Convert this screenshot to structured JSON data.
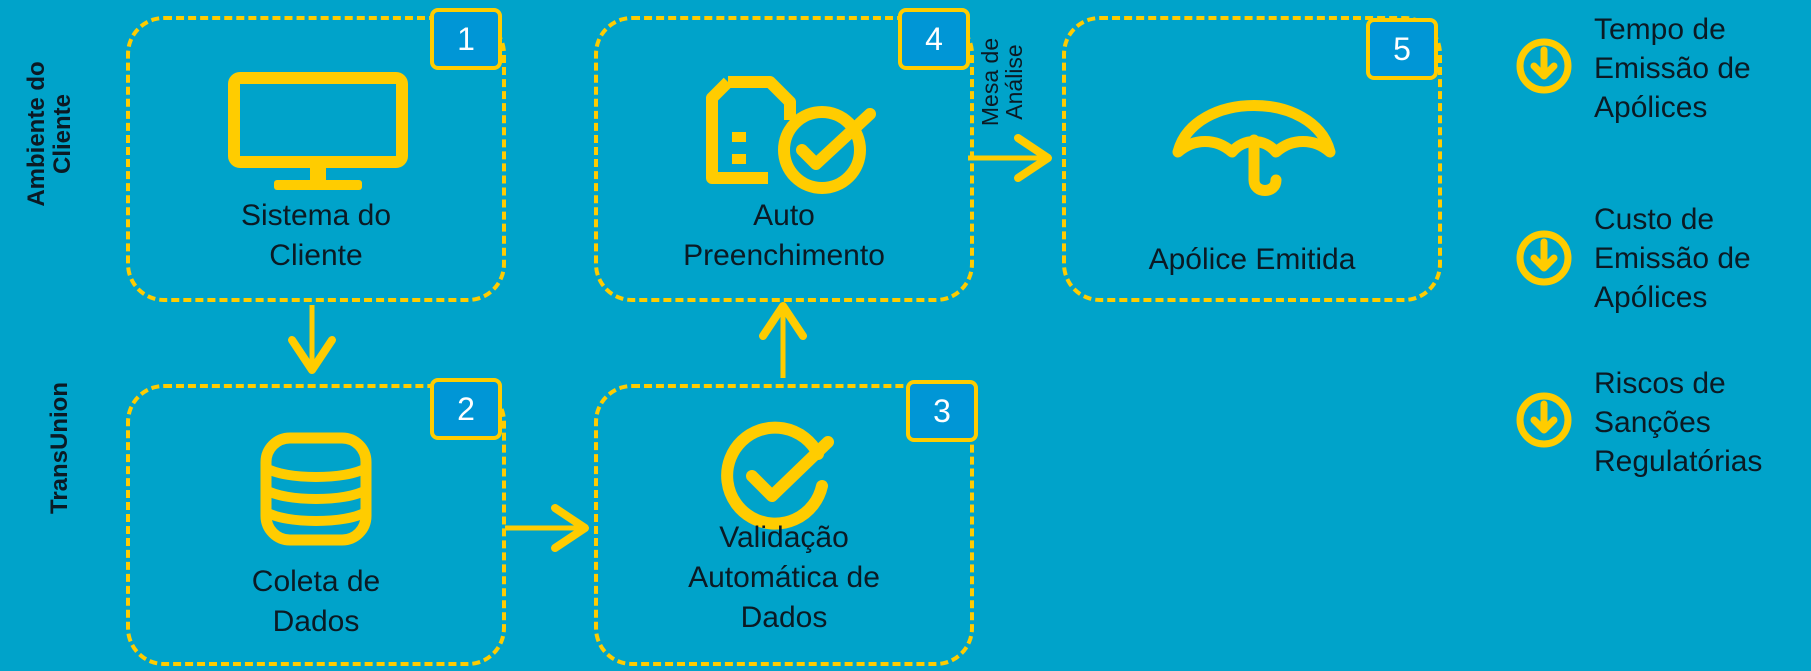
{
  "lanes": {
    "client": [
      "Ambiente do",
      "Cliente"
    ],
    "transunion": "TransUnion"
  },
  "steps": [
    {
      "number": "1",
      "title_lines": [
        "Sistema do",
        "Cliente"
      ],
      "icon": "monitor-icon"
    },
    {
      "number": "2",
      "title_lines": [
        "Coleta de",
        "Dados"
      ],
      "icon": "database-icon"
    },
    {
      "number": "3",
      "title_lines": [
        "Validação",
        "Automática de",
        "Dados"
      ],
      "icon": "check-circle-icon"
    },
    {
      "number": "4",
      "title_lines": [
        "Auto",
        "Preenchimento"
      ],
      "icon": "document-check-icon"
    },
    {
      "number": "5",
      "title_lines": [
        "Apólice Emitida"
      ],
      "icon": "umbrella-icon"
    }
  ],
  "connector_label": [
    "Mesa de",
    "Análise"
  ],
  "outcomes": [
    {
      "lines": [
        "Tempo de",
        "Emissão de",
        "Apólices"
      ],
      "icon": "down-arrow-circle-icon"
    },
    {
      "lines": [
        "Custo de",
        "Emissão de",
        "Apólices"
      ],
      "icon": "down-arrow-circle-icon"
    },
    {
      "lines": [
        "Riscos de",
        "Sanções",
        "Regulatórias"
      ],
      "icon": "down-arrow-circle-icon"
    }
  ],
  "colors": {
    "background": "#00A3CA",
    "accent": "#FFCC00",
    "badge": "#0096D6",
    "badge_text": "#FFFFFF",
    "text": "#0B1A24"
  }
}
